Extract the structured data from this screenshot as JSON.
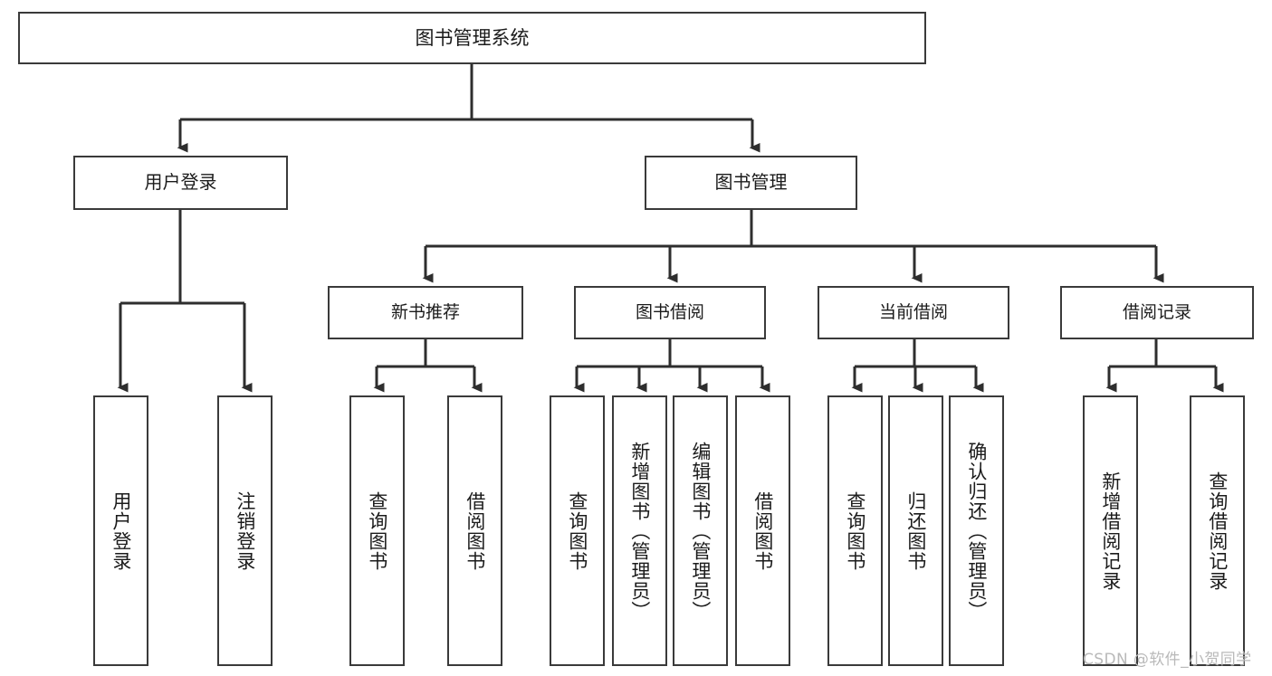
{
  "diagram": {
    "title": "图书管理系统",
    "type": "hierarchy-tree",
    "background": "#ffffff",
    "line_color": "#3a3a3a",
    "box_border_color": "#3a3a3a",
    "text_color": "#1b1b1b"
  },
  "root": {
    "label": "图书管理系统"
  },
  "level1": [
    {
      "label": "用户登录"
    },
    {
      "label": "图书管理"
    }
  ],
  "level2": [
    {
      "label": "新书推荐"
    },
    {
      "label": "图书借阅"
    },
    {
      "label": "当前借阅"
    },
    {
      "label": "借阅记录"
    }
  ],
  "leaves": {
    "user_login": [
      {
        "label": "用户登录"
      },
      {
        "label": "注销登录"
      }
    ],
    "new_book_recommend": [
      {
        "label": "查询图书"
      },
      {
        "label": "借阅图书"
      }
    ],
    "book_borrow": [
      {
        "label": "查询图书"
      },
      {
        "label": "新增图书（管理员）"
      },
      {
        "label": "编辑图书（管理员）"
      },
      {
        "label": "借阅图书"
      }
    ],
    "current_borrow": [
      {
        "label": "查询图书"
      },
      {
        "label": "归还图书"
      },
      {
        "label": "确认归还（管理员）"
      }
    ],
    "borrow_record": [
      {
        "label": "新增借阅记录"
      },
      {
        "label": "查询借阅记录"
      }
    ]
  },
  "watermark": {
    "text": "CSDN @软件_小贺同学"
  }
}
